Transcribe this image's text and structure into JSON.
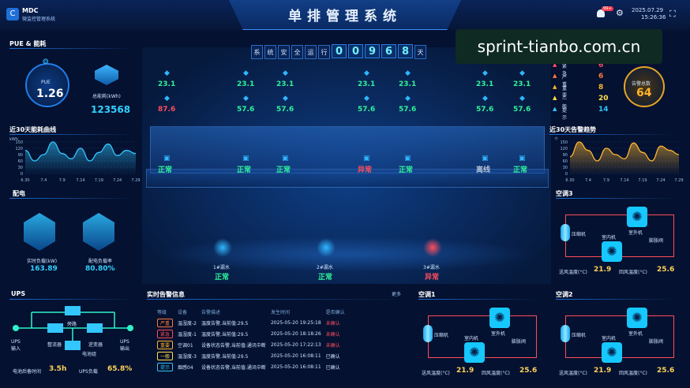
{
  "header": {
    "logo_mark": "C",
    "logo_name": "MDC",
    "logo_sub": "微监控管理系统",
    "title": "单排管理系统",
    "date": "2025.07.29",
    "time": "15:26:36",
    "notify_count": "99+"
  },
  "pue": {
    "title": "PUE & 能耗",
    "label": "PUE",
    "value": "1.26",
    "energy_label": "总能耗(kWh)",
    "energy_value": "123568"
  },
  "curve30": {
    "title": "近30天能耗曲线",
    "unit": "kWh"
  },
  "power": {
    "title": "配电",
    "load_label": "实时负载(kW)",
    "load_value": "163.89",
    "ratio_label": "配电负载率",
    "ratio_value": "80.80%"
  },
  "ups": {
    "title": "UPS",
    "input_label": "UPS\n输入",
    "output_label": "UPS\n输出",
    "bypass": "旁路",
    "rectifier": "整流器",
    "inverter": "逆变器",
    "battery": "电池组",
    "backup_label": "电池后备时间",
    "backup_value": "3.5h",
    "load_label": "UPS负载",
    "load_value": "65.8%"
  },
  "safe_run": {
    "chars": [
      "系",
      "统",
      "安",
      "全",
      "运",
      "行"
    ],
    "digits": [
      "0",
      "0",
      "9",
      "6",
      "8"
    ],
    "unit": "天"
  },
  "sensors": [
    {
      "t": "23.1",
      "h": "87.6",
      "status": "正常",
      "hstatus": "red"
    },
    {
      "t": "23.1",
      "h": "57.6",
      "status": "正常",
      "hstatus": "green"
    },
    {
      "t": "23.1",
      "h": "57.6",
      "status": "正常",
      "hstatus": "green"
    },
    {
      "t": "23.1",
      "h": "57.6",
      "status": "异常",
      "hstatus": "green"
    },
    {
      "t": "23.1",
      "h": "57.6",
      "status": "正常",
      "hstatus": "green"
    },
    {
      "t": "23.1",
      "h": "57.6",
      "status": "离线",
      "hstatus": "green"
    },
    {
      "t": "23.1",
      "h": "57.6",
      "status": "正常",
      "hstatus": "green"
    }
  ],
  "leaks": [
    {
      "name": "1#漏水",
      "status": "正常"
    },
    {
      "name": "2#漏水",
      "status": "正常"
    },
    {
      "name": "3#漏水",
      "status": "异常"
    }
  ],
  "alarm_stats": {
    "items": [
      {
        "label": "紧急",
        "value": "6",
        "color": "#ff4d5e"
      },
      {
        "label": "严重",
        "value": "6",
        "color": "#ff7a3d"
      },
      {
        "label": "重要",
        "value": "8",
        "color": "#ffb52e"
      },
      {
        "label": "一般",
        "value": "20",
        "color": "#ffe14d"
      },
      {
        "label": "提示",
        "value": "14",
        "color": "#33c6ff"
      }
    ],
    "total_label": "告警总数",
    "total_value": "64"
  },
  "alarm_trend": {
    "title": "近30天告警趋势",
    "unit": "个"
  },
  "realtime": {
    "title": "实时告警信息",
    "more": "更多",
    "columns": [
      "等级",
      "设备",
      "告警描述",
      "发生时间",
      "是否确认"
    ],
    "rows": [
      {
        "level": "严重",
        "device": "温湿度-2",
        "desc": "温度告警,当前值:29.5",
        "time": "2025-05-20 19:25:18",
        "ack": "未确认",
        "color": "#ff7a3d",
        "ackcolor": "#ff4d5e"
      },
      {
        "level": "紧急",
        "device": "温湿度-1",
        "desc": "温度告警,当前值:29.5",
        "time": "2025-05-20 18:18:26",
        "ack": "未确认",
        "color": "#ff4d5e",
        "ackcolor": "#ff4d5e"
      },
      {
        "level": "重要",
        "device": "空调01",
        "desc": "设备状态告警,当前值:通讯中断",
        "time": "2025-05-20 17:22:13",
        "ack": "未确认",
        "color": "#ffb52e",
        "ackcolor": "#ff4d5e"
      },
      {
        "level": "一般",
        "device": "温湿度-3",
        "desc": "温度告警,当前值:29.5",
        "time": "2025-05-20 16:08:11",
        "ack": "已确认",
        "color": "#ffe14d",
        "ackcolor": "#cfe4ff"
      },
      {
        "level": "提示",
        "device": "烟感04",
        "desc": "设备状态告警,当前值:通讯中断",
        "time": "2025-05-20 16:08:11",
        "ack": "已确认",
        "color": "#33c6ff",
        "ackcolor": "#cfe4ff"
      }
    ]
  },
  "ac_labels": {
    "compressor": "压缩机",
    "indoor": "室内机",
    "outdoor": "室外机",
    "expansion": "膨胀阀",
    "supply": "送风温度(°C)",
    "return": "回风温度(°C)"
  },
  "ac_units": [
    {
      "title": "空调3",
      "supply": "21.9",
      "return": "25.6"
    },
    {
      "title": "空调1",
      "supply": "21.9",
      "return": "25.6"
    },
    {
      "title": "空调2",
      "supply": "21.9",
      "return": "25.6"
    }
  ],
  "watermark": "sprint-tianbo.com.cn",
  "chart_data": [
    {
      "type": "area",
      "title": "近30天能耗曲线",
      "ylabel": "kWh",
      "categories": [
        "6.30",
        "7.4",
        "7.9",
        "7.14",
        "7.19",
        "7.24",
        "7.29"
      ],
      "x": [
        "6.30",
        "7.2",
        "7.4",
        "7.6",
        "7.9",
        "7.11",
        "7.14",
        "7.16",
        "7.19",
        "7.21",
        "7.24",
        "7.26",
        "7.29"
      ],
      "values": [
        110,
        60,
        90,
        150,
        95,
        70,
        120,
        60,
        100,
        140,
        85,
        110,
        95
      ],
      "ylim": [
        0,
        150
      ],
      "yticks": [
        "150",
        "120",
        "90",
        "60",
        "30",
        "0"
      ],
      "color": "#33c6ff"
    },
    {
      "type": "area",
      "title": "近30天告警趋势",
      "ylabel": "个",
      "categories": [
        "6.30",
        "7.4",
        "7.9",
        "7.14",
        "7.19",
        "7.24",
        "7.29"
      ],
      "x": [
        "6.30",
        "7.2",
        "7.4",
        "7.6",
        "7.9",
        "7.11",
        "7.14",
        "7.16",
        "7.19",
        "7.21",
        "7.24",
        "7.26",
        "7.29"
      ],
      "values": [
        80,
        150,
        110,
        60,
        120,
        90,
        70,
        145,
        100,
        60,
        130,
        110,
        90
      ],
      "ylim": [
        0,
        150
      ],
      "yticks": [
        "150",
        "120",
        "90",
        "60",
        "30",
        "0"
      ],
      "color": "#ffb52e"
    }
  ]
}
